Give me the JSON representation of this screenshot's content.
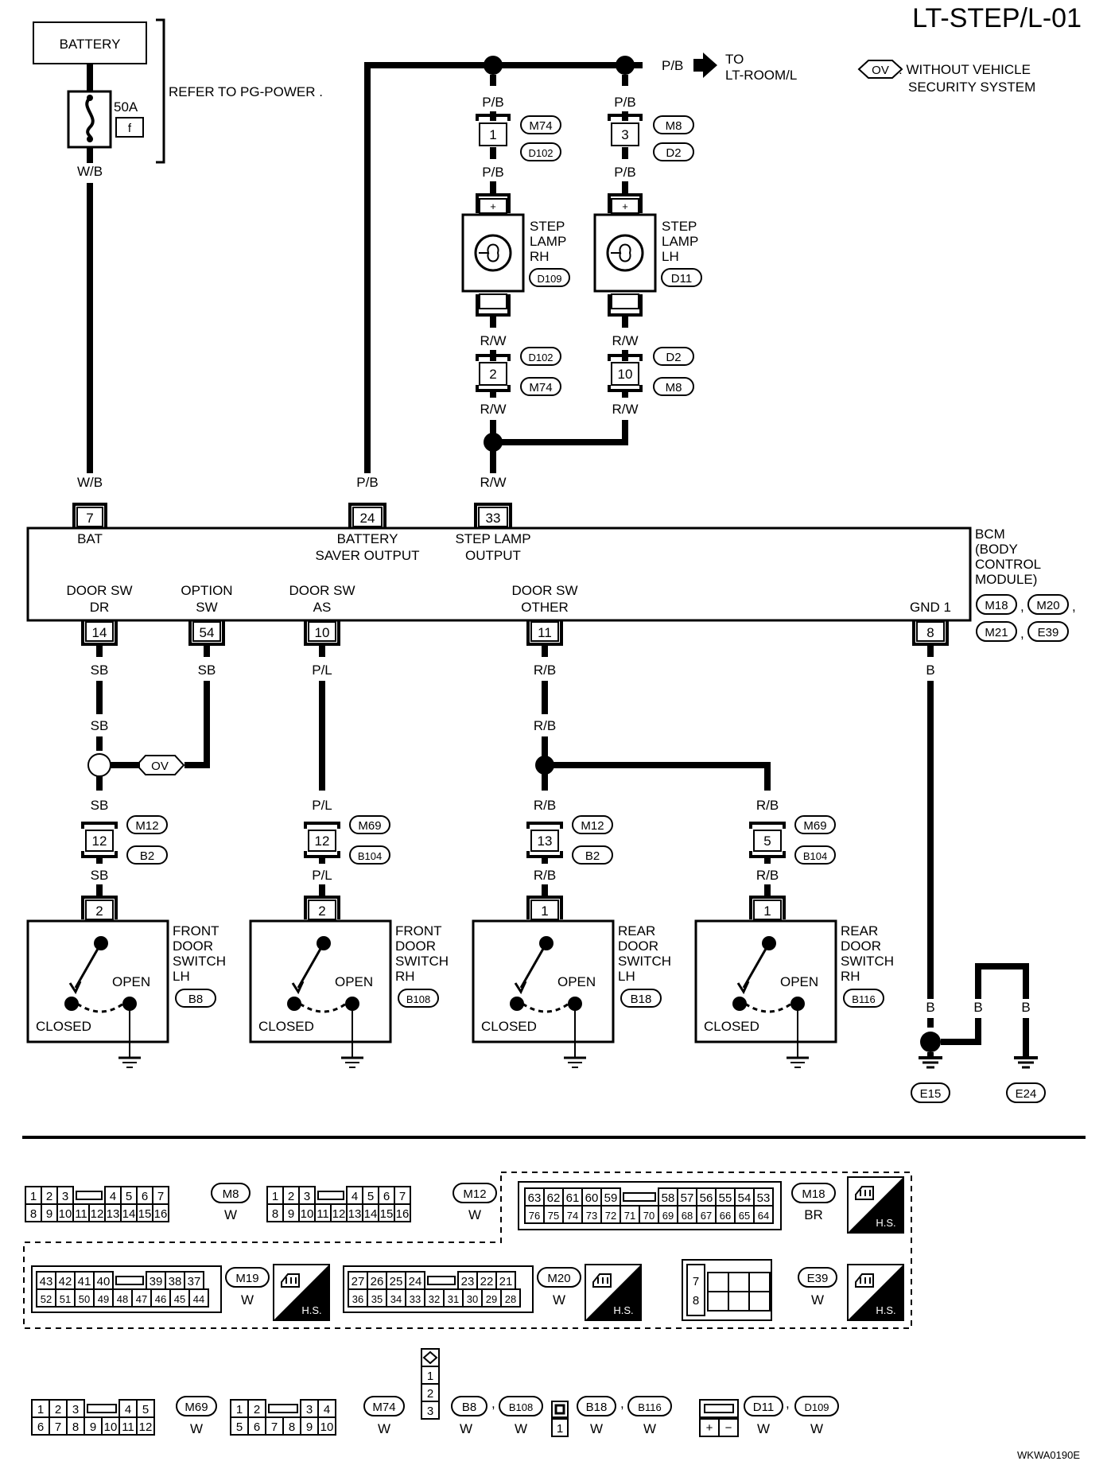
{
  "header": {
    "page_id": "LT-STEP/L-01",
    "footer_code": "WKWA0190E"
  },
  "legend": {
    "ov_tag": "OV",
    "ov_text_1": ": WITHOUT VEHICLE",
    "ov_text_2": "SECURITY SYSTEM"
  },
  "power": {
    "battery": "BATTERY",
    "fuse_rating": "50A",
    "fuse_id": "f",
    "refer": "REFER TO  PG-POWER .",
    "to_arrow": "TO",
    "to_target": "LT-ROOM/L"
  },
  "wires": {
    "wb": "W/B",
    "pb": "P/B",
    "rw": "R/W",
    "sb": "SB",
    "pl": "P/L",
    "rb": "R/B",
    "b": "B"
  },
  "upper_connectors": {
    "m74": "M74",
    "d102": "D102",
    "m8": "M8",
    "d2": "D2",
    "pin1": "1",
    "pin3": "3",
    "pin2": "2",
    "pin10": "10",
    "plus": "+"
  },
  "lamps": {
    "rh": [
      "STEP",
      "LAMP",
      "RH"
    ],
    "rh_id": "D109",
    "lh": [
      "STEP",
      "LAMP",
      "LH"
    ],
    "lh_id": "D11"
  },
  "bcm": {
    "title": [
      "BCM",
      "(BODY",
      "CONTROL",
      "MODULE)"
    ],
    "connectors": [
      "M18",
      "M20",
      "M21",
      "E39"
    ],
    "sep": ",",
    "pins_top": [
      "7",
      "24",
      "33"
    ],
    "labels_top": [
      "BAT",
      "BATTERY",
      "SAVER OUTPUT",
      "STEP LAMP",
      "OUTPUT"
    ],
    "pins_bottom": [
      "14",
      "54",
      "10",
      "11",
      "8"
    ],
    "labels_bottom": [
      "DOOR SW",
      "DR",
      "OPTION",
      "SW",
      "DOOR SW",
      "AS",
      "DOOR SW",
      "OTHER",
      "GND 1"
    ]
  },
  "joints": [
    {
      "pin": "12",
      "c1": "M12",
      "c2": "B2"
    },
    {
      "pin": "12",
      "c1": "M69",
      "c2": "B104"
    },
    {
      "pin": "13",
      "c1": "M12",
      "c2": "B2"
    },
    {
      "pin": "5",
      "c1": "M69",
      "c2": "B104"
    }
  ],
  "switches": [
    {
      "pin": "2",
      "name": [
        "FRONT",
        "DOOR",
        "SWITCH",
        "LH"
      ],
      "id": "B8"
    },
    {
      "pin": "2",
      "name": [
        "FRONT",
        "DOOR",
        "SWITCH",
        "RH"
      ],
      "id": "B108"
    },
    {
      "pin": "1",
      "name": [
        "REAR",
        "DOOR",
        "SWITCH",
        "LH"
      ],
      "id": "B18"
    },
    {
      "pin": "1",
      "name": [
        "REAR",
        "DOOR",
        "SWITCH",
        "RH"
      ],
      "id": "B116"
    }
  ],
  "switch_text": {
    "open": "OPEN",
    "closed": "CLOSED"
  },
  "grounds": [
    "E15",
    "E24"
  ],
  "conn_views": {
    "m8_top": [
      "1",
      "2",
      "3",
      "4",
      "5",
      "6",
      "7"
    ],
    "m8_bot": [
      "8",
      "9",
      "10",
      "11",
      "12",
      "13",
      "14",
      "15",
      "16"
    ],
    "m18_top": [
      "63",
      "62",
      "61",
      "60",
      "59",
      "58",
      "57",
      "56",
      "55",
      "54",
      "53"
    ],
    "m18_bot": [
      "76",
      "75",
      "74",
      "73",
      "72",
      "71",
      "70",
      "69",
      "68",
      "67",
      "66",
      "65",
      "64"
    ],
    "m19_top": [
      "43",
      "42",
      "41",
      "40",
      "39",
      "38",
      "37"
    ],
    "m19_bot": [
      "52",
      "51",
      "50",
      "49",
      "48",
      "47",
      "46",
      "45",
      "44"
    ],
    "m20_top": [
      "27",
      "26",
      "25",
      "24",
      "23",
      "22",
      "21"
    ],
    "m20_bot": [
      "36",
      "35",
      "34",
      "33",
      "32",
      "31",
      "30",
      "29",
      "28"
    ],
    "e39_pins": [
      "7",
      "8"
    ],
    "m69_top": [
      "1",
      "2",
      "3",
      "4",
      "5"
    ],
    "m69_bot": [
      "6",
      "7",
      "8",
      "9",
      "10",
      "11",
      "12"
    ],
    "m74_top": [
      "1",
      "2",
      "3",
      "4"
    ],
    "m74_bot": [
      "5",
      "6",
      "7",
      "8",
      "9",
      "10"
    ],
    "b8_pins": [
      "1",
      "2",
      "3"
    ],
    "b18_pin": "1",
    "d11_pins": [
      "+",
      "−"
    ],
    "labels": [
      "M8",
      "M12",
      "M18",
      "M19",
      "M20",
      "E39",
      "M69",
      "M74",
      "B8",
      "B108",
      "B18",
      "B116",
      "D11",
      "D109"
    ],
    "colors": {
      "w": "W",
      "br": "BR"
    },
    "hs": "H.S."
  },
  "icons": [
    "battery-icon",
    "fuse-icon",
    "lamp-icon",
    "switch-icon",
    "ground-icon",
    "hs-icon",
    "arrow-icon"
  ]
}
